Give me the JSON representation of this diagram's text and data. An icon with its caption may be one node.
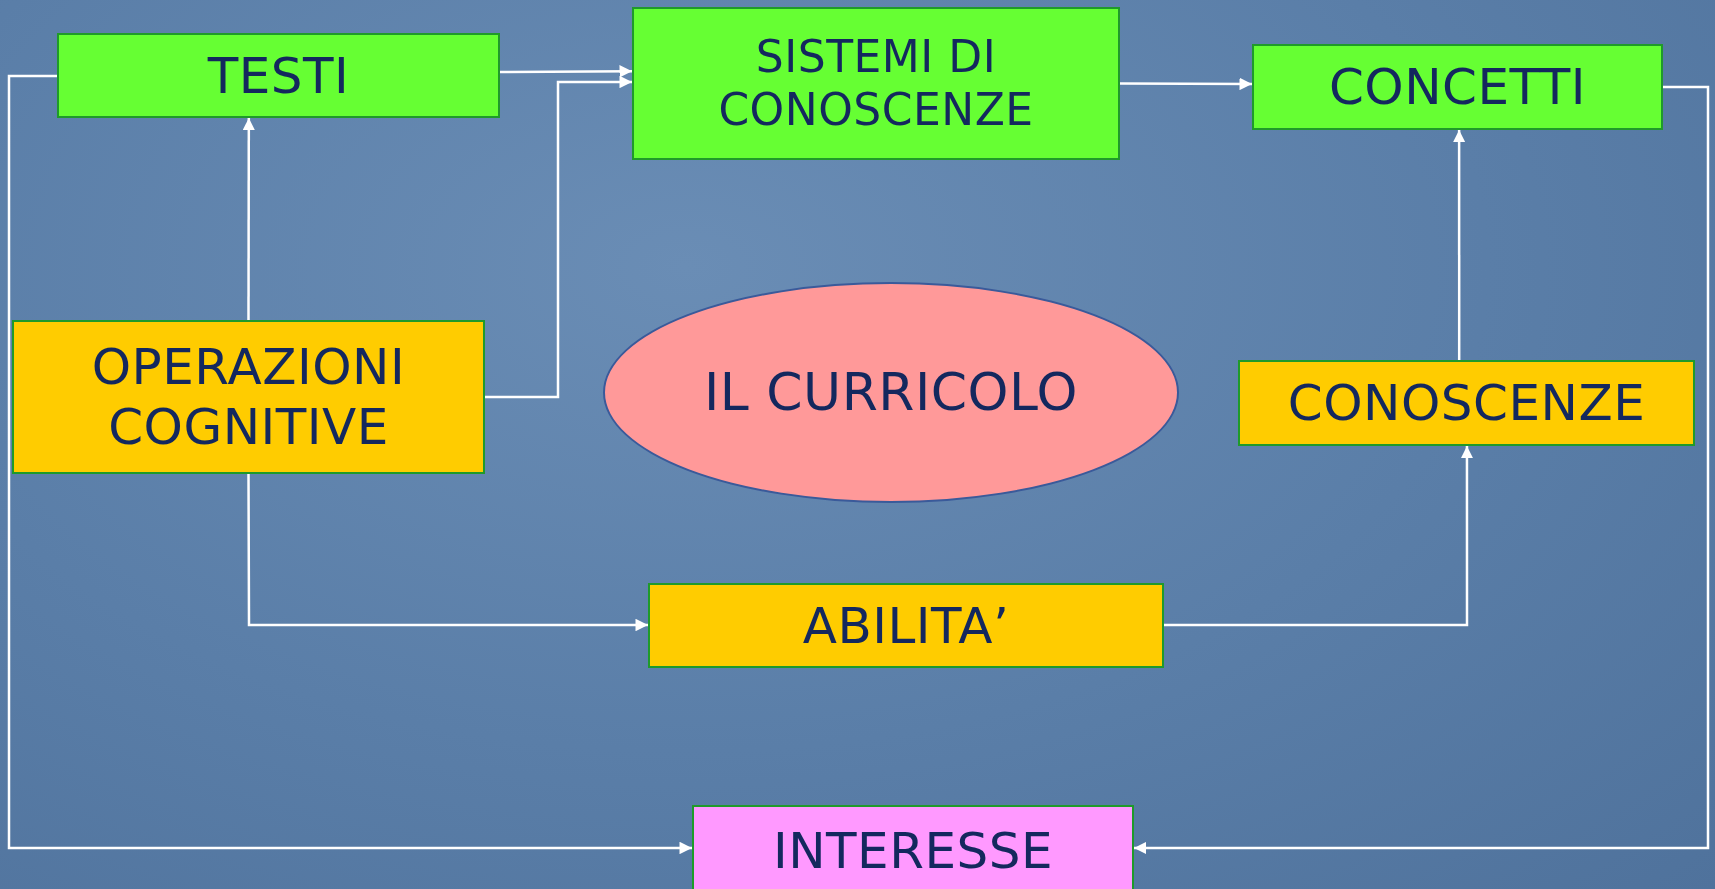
{
  "diagram": {
    "nodes": [
      {
        "text": [
          "TESTI"
        ]
      },
      {
        "text": [
          "SISTEMI DI CONOSCENZE"
        ]
      },
      {
        "text": [
          "CONCETTI"
        ]
      },
      {
        "text": [
          "OPERAZIONI COGNITIVE"
        ]
      },
      {
        "text": [
          "IL CURRICOLO"
        ]
      },
      {
        "text": [
          "CONOSCENZE"
        ]
      },
      {
        "text": [
          "ABILITA’"
        ]
      },
      {
        "text": [
          "INTERESSE"
        ]
      }
    ],
    "edges": [
      {
        "from": 0,
        "to": 1,
        "arrow": "to"
      },
      {
        "from": 3,
        "to": 1,
        "arrow": "to"
      },
      {
        "from": 1,
        "to": 2,
        "arrow": "to"
      },
      {
        "from": 3,
        "to": 0,
        "arrow": "to"
      },
      {
        "from": 5,
        "to": 2,
        "arrow": "to"
      },
      {
        "from": 3,
        "to": 6,
        "arrow": "to"
      },
      {
        "from": 6,
        "to": 5,
        "arrow": "to"
      },
      {
        "from": 0,
        "to": 7,
        "arrow": "to"
      },
      {
        "from": 2,
        "to": 7,
        "arrow": "to"
      }
    ]
  }
}
